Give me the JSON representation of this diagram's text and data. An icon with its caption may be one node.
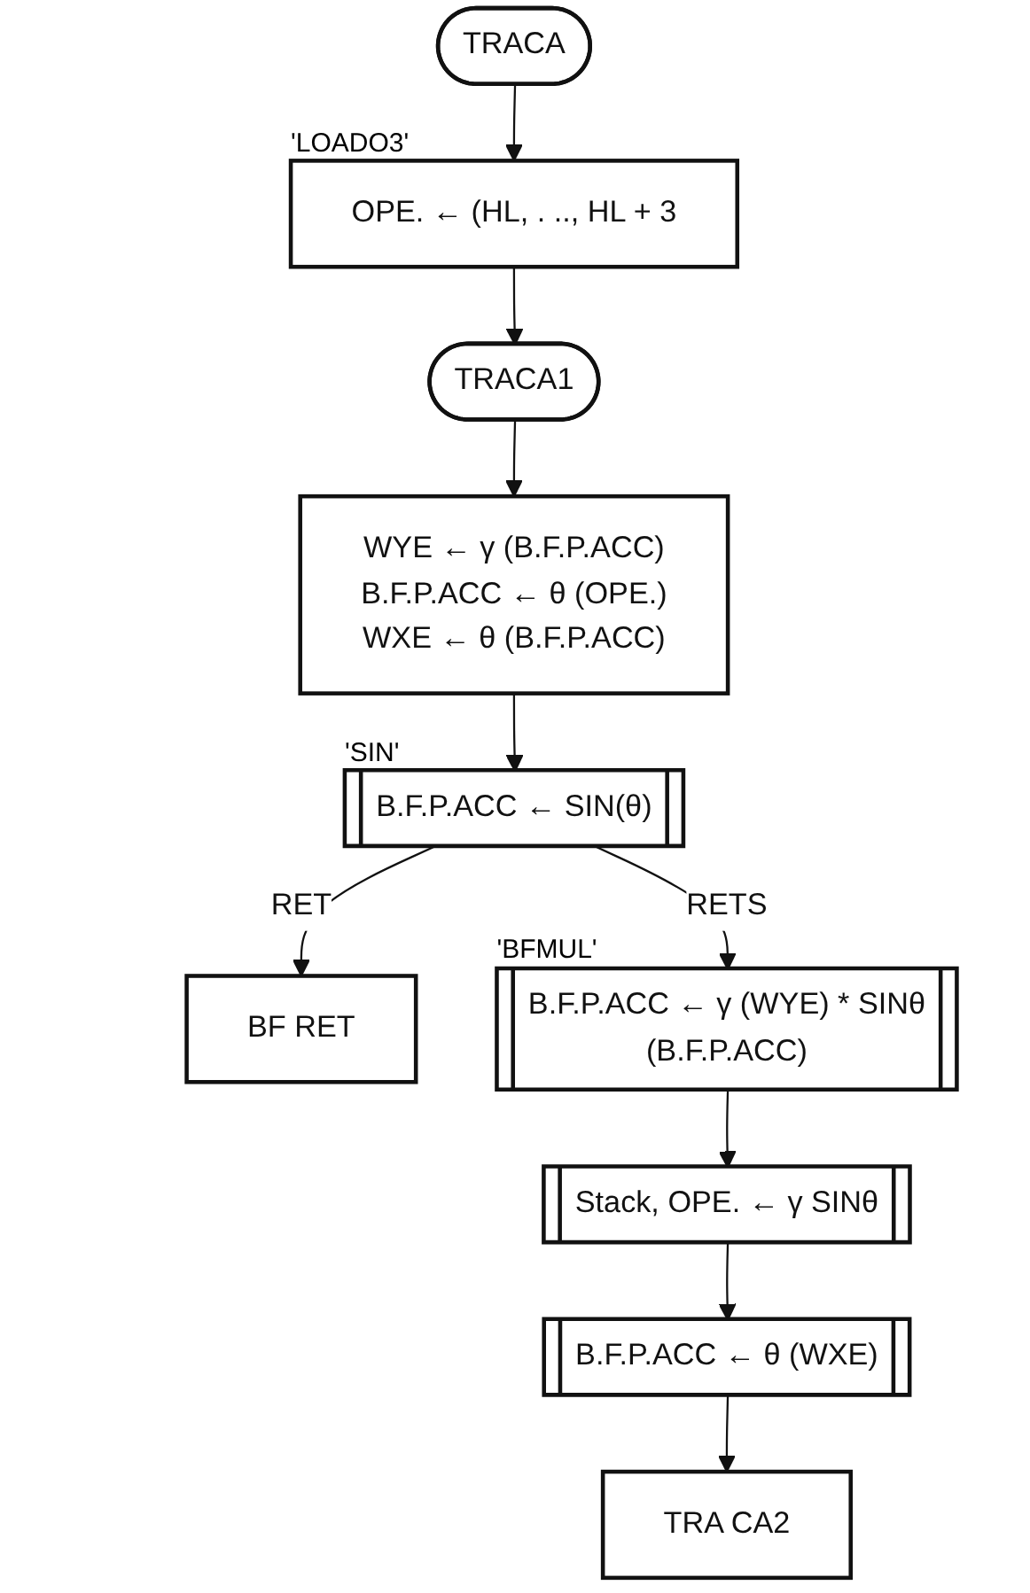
{
  "diagram": {
    "nodes": [
      {
        "text": [
          "TRACA"
        ]
      },
      {
        "text": [
          "OPE. ← (HL, . .., HL + 3"
        ],
        "beside": [
          "'LOADO3'"
        ]
      },
      {
        "text": [
          "TRACA1"
        ]
      },
      {
        "text": [
          "WYE ← γ (B.F.P.ACC)",
          "B.F.P.ACC ← θ (OPE.)",
          "WXE ← θ (B.F.P.ACC)"
        ]
      },
      {
        "text": [
          "B.F.P.ACC ← SIN(θ)"
        ],
        "beside": [
          "'SIN'"
        ]
      },
      {
        "text": [
          "BF RET"
        ]
      },
      {
        "text": [
          "B.F.P.ACC ← γ (WYE) * SINθ",
          "(B.F.P.ACC)"
        ],
        "beside": [
          "'BFMUL'"
        ]
      },
      {
        "text": [
          "Stack, OPE. ← γ SINθ"
        ]
      },
      {
        "text": [
          "B.F.P.ACC ← θ (WXE)"
        ]
      },
      {
        "text": [
          "TRA CA2"
        ]
      }
    ],
    "edges": [
      {
        "from": 0,
        "to": 1,
        "arrow": "to"
      },
      {
        "from": 1,
        "to": 2,
        "arrow": "to"
      },
      {
        "from": 2,
        "to": 3,
        "arrow": "to"
      },
      {
        "from": 3,
        "to": 4,
        "arrow": "to"
      },
      {
        "from": 4,
        "to": 5,
        "arrow": "to",
        "label": "RET"
      },
      {
        "from": 4,
        "to": 6,
        "arrow": "to",
        "label": "RETS"
      },
      {
        "from": 6,
        "to": 7,
        "arrow": "to"
      },
      {
        "from": 7,
        "to": 8,
        "arrow": "to"
      },
      {
        "from": 8,
        "to": 9,
        "arrow": "to"
      }
    ]
  }
}
